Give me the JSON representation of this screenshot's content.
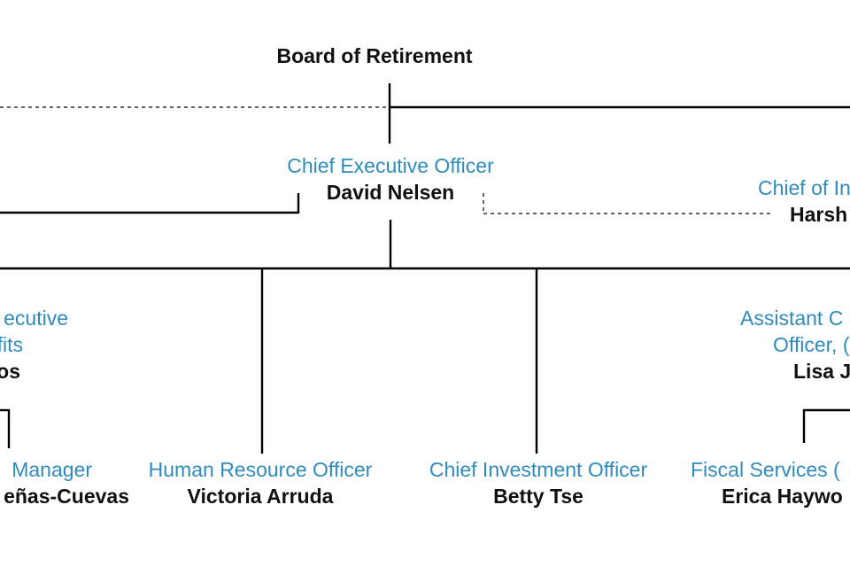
{
  "colors": {
    "title_text": "#2f8bbd",
    "name_text": "#111111",
    "line": "#000000"
  },
  "board": {
    "name": "Board of Retirement"
  },
  "ceo": {
    "title": "Chief Executive Officer",
    "name": "David Nelsen"
  },
  "right_officer": {
    "title": "Chief of In",
    "name": "Harsh"
  },
  "left_officer": {
    "title_line1": "ecutive",
    "title_line2": "fits",
    "name": "os"
  },
  "right_assistant": {
    "title_line1": "Assistant C",
    "title_line2": "Officer, (",
    "name": "Lisa J"
  },
  "bottom": {
    "left_manager": {
      "title": "Manager",
      "name": "eñas-Cuevas"
    },
    "hr": {
      "title": "Human Resource Officer",
      "name": "Victoria Arruda"
    },
    "cio": {
      "title": "Chief Investment Officer",
      "name": "Betty Tse"
    },
    "fiscal": {
      "title": "Fiscal Services (",
      "name": "Erica Haywo"
    }
  }
}
